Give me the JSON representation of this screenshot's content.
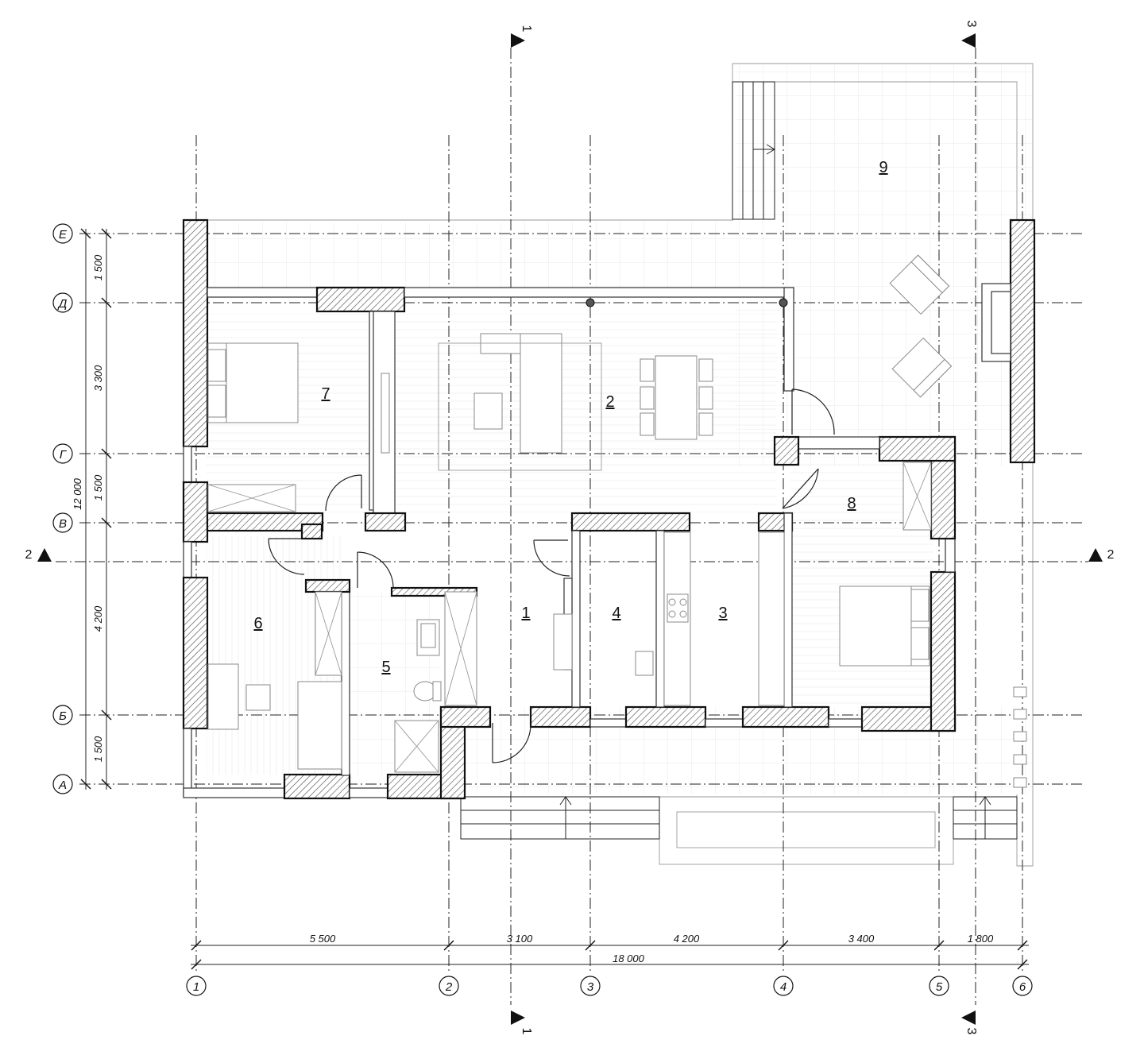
{
  "rooms": [
    {
      "id": "1",
      "label": "1"
    },
    {
      "id": "2",
      "label": "2"
    },
    {
      "id": "3",
      "label": "3"
    },
    {
      "id": "4",
      "label": "4"
    },
    {
      "id": "5",
      "label": "5"
    },
    {
      "id": "6",
      "label": "6"
    },
    {
      "id": "7",
      "label": "7"
    },
    {
      "id": "8",
      "label": "8"
    },
    {
      "id": "9",
      "label": "9"
    }
  ],
  "axes_vertical": [
    "1",
    "2",
    "3",
    "4",
    "5",
    "6"
  ],
  "axes_horizontal": [
    "А",
    "Б",
    "В",
    "Г",
    "Д",
    "Е"
  ],
  "dims_bottom": [
    "5 500",
    "3 100",
    "4 200",
    "3 400",
    "1 800"
  ],
  "dim_total_bottom": "18 000",
  "dims_left": [
    "1 500",
    "3 300",
    "1 500",
    "4 200",
    "1 500"
  ],
  "dim_total_left": "12 000",
  "section_marks": {
    "s1": "1",
    "s2": "2",
    "s3": "3"
  }
}
